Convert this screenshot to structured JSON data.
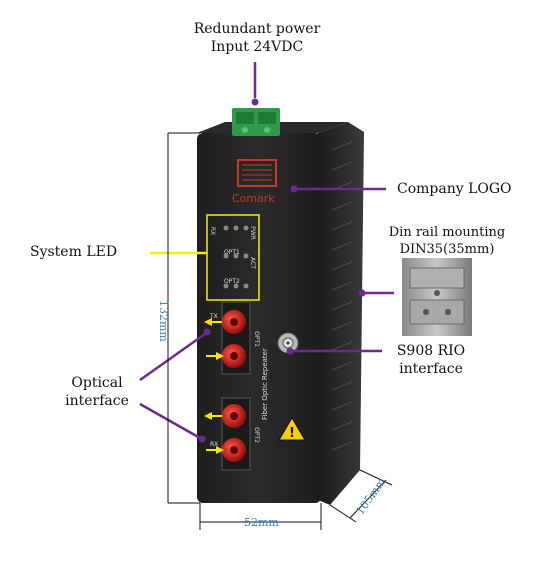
{
  "callouts": {
    "power": [
      "Redundant power",
      "Input 24VDC"
    ],
    "logo": "Company LOGO",
    "din": [
      "Din rail mounting",
      "DIN35(35mm)"
    ],
    "led": "System LED",
    "rio": [
      "S908 RIO",
      "interface"
    ],
    "optical": [
      "Optical",
      "interface"
    ]
  },
  "dimensions": {
    "height": "132mm",
    "width": "52mm",
    "depth": "105mm"
  },
  "device": {
    "brand": "Comark",
    "led_labels": {
      "rx": "RX",
      "pwr": "PWR",
      "opt1": "OPT1",
      "opt2": "OPT2",
      "act": "ACT"
    },
    "port_labels": {
      "opt1": "OPT1",
      "opt2": "OPT2",
      "tx": "TX",
      "rx": "RX"
    },
    "side_text": "Fiber Optic Repeater"
  },
  "colors": {
    "leader_purple": "#6a2a8e",
    "led_highlight": "#f2ef14",
    "arrow_yellow": "#f5e600",
    "port_red": "#c81a1a",
    "dim_blue": "#3a7fb8",
    "body": "#232323"
  }
}
